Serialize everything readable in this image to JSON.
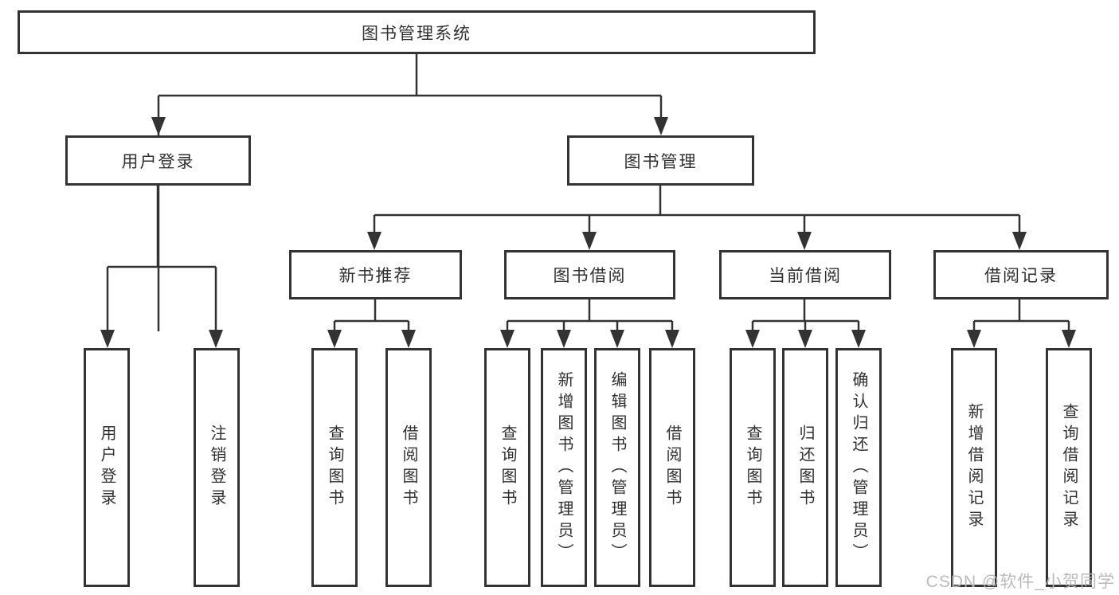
{
  "diagram": {
    "root_label": "图书管理系统",
    "level2": [
      {
        "label": "用户登录"
      },
      {
        "label": "图书管理"
      }
    ],
    "level3": [
      {
        "label": "新书推荐"
      },
      {
        "label": "图书借阅"
      },
      {
        "label": "当前借阅"
      },
      {
        "label": "借阅记录"
      }
    ],
    "leaf_groups": [
      {
        "children": [
          "用户登录",
          "注销登录"
        ]
      },
      {
        "children": [
          "查询图书",
          "借阅图书"
        ]
      },
      {
        "children": [
          "查询图书",
          "新增图书（管理员）",
          "编辑图书（管理员）",
          "借阅图书"
        ]
      },
      {
        "children": [
          "查询图书",
          "归还图书",
          "确认归还（管理员）"
        ]
      },
      {
        "children": [
          "新增借阅记录",
          "查询借阅记录"
        ]
      }
    ]
  },
  "watermark": {
    "text": "CSDN @软件_小贺同学"
  },
  "colors": {
    "line": "#333333",
    "box_border": "#333333",
    "text": "#303030",
    "watermark": "#b7b7b7",
    "background": "#ffffff"
  }
}
